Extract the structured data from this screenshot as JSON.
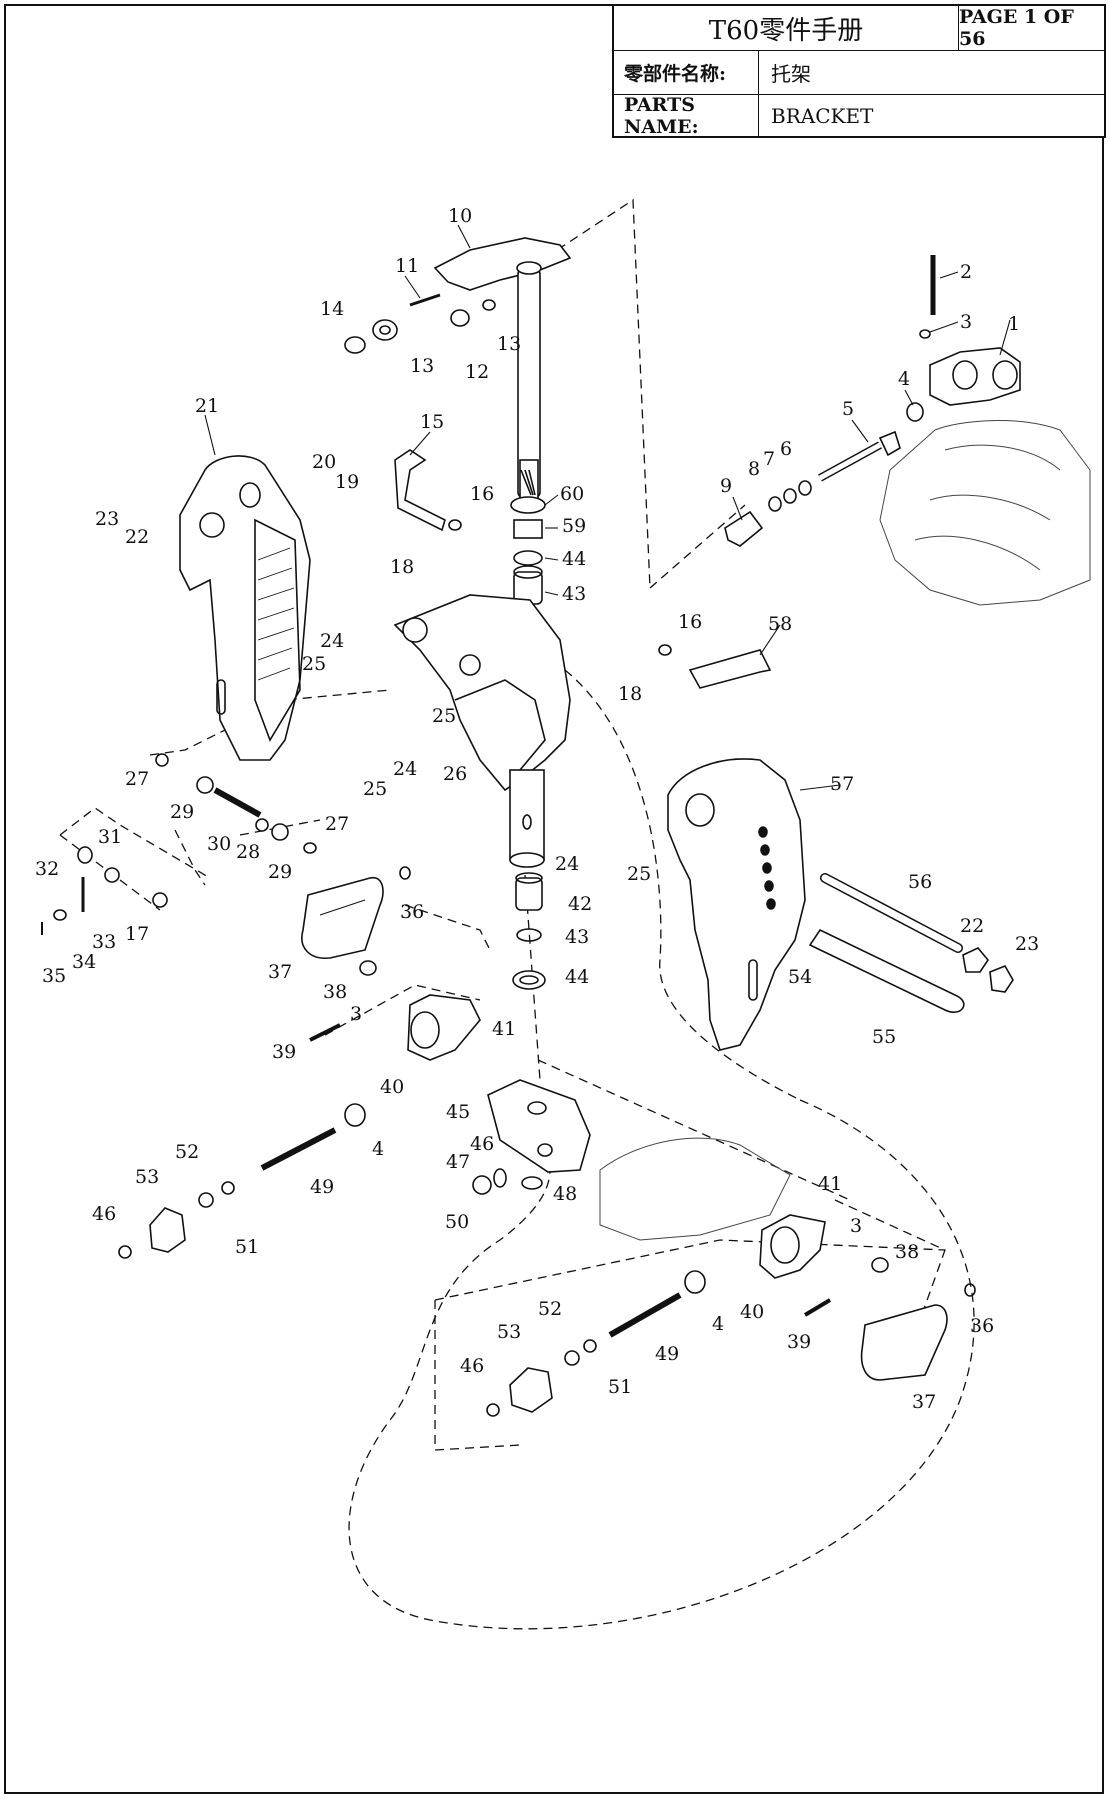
{
  "title_block": {
    "title": "T60零件手册",
    "page": "PAGE 1 OF 56",
    "name_cn_label": "零部件名称:",
    "name_cn_value": "托架",
    "name_en_label": "PARTS NAME:",
    "name_en_value": "BRACKET"
  },
  "callouts": [
    "1",
    "2",
    "3",
    "4",
    "5",
    "6",
    "7",
    "8",
    "9",
    "10",
    "11",
    "12",
    "13",
    "13",
    "14",
    "15",
    "16",
    "16",
    "17",
    "18",
    "18",
    "19",
    "20",
    "21",
    "22",
    "22",
    "23",
    "23",
    "24",
    "24",
    "24",
    "25",
    "25",
    "25",
    "25",
    "26",
    "27",
    "27",
    "28",
    "29",
    "29",
    "30",
    "31",
    "32",
    "33",
    "34",
    "35",
    "36",
    "36",
    "37",
    "37",
    "38",
    "38",
    "39",
    "39",
    "40",
    "40",
    "41",
    "41",
    "42",
    "43",
    "43",
    "44",
    "44",
    "45",
    "46",
    "46",
    "46",
    "47",
    "48",
    "49",
    "49",
    "50",
    "51",
    "51",
    "52",
    "52",
    "53",
    "53",
    "54",
    "55",
    "56",
    "57",
    "58",
    "59",
    "60",
    "3",
    "3",
    "4",
    "4"
  ]
}
